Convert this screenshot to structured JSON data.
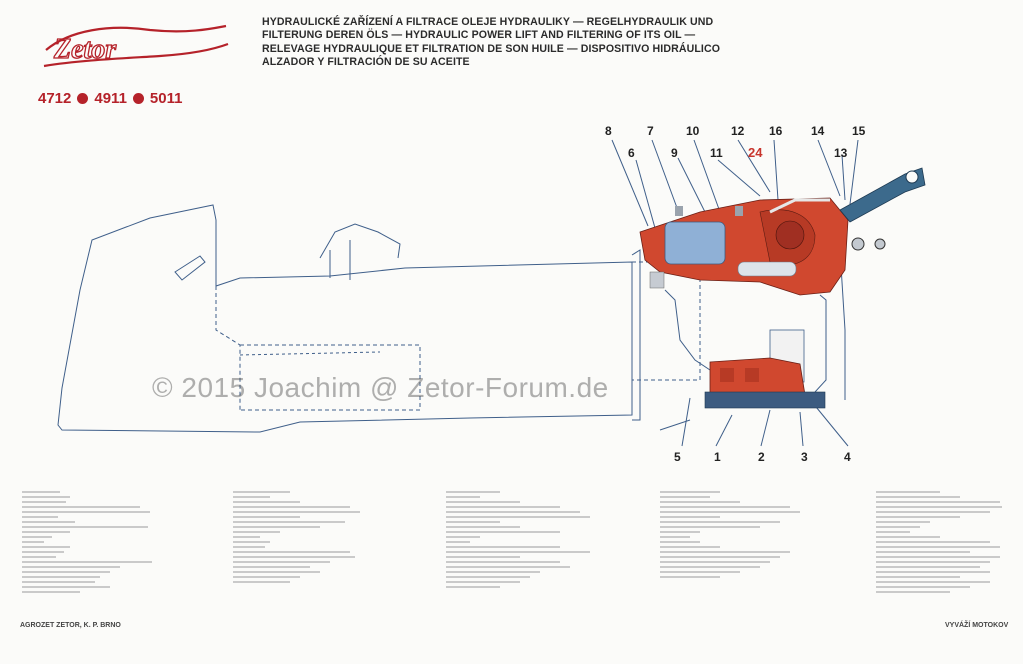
{
  "brand": "Zetor",
  "models": [
    "4712",
    "4911",
    "5011"
  ],
  "title_lines": [
    "HYDRAULICKÉ ZAŘÍZENÍ A FILTRACE OLEJE HYDRAULIKY — REGELHYDRAULIK UND",
    "FILTERUNG DEREN ÖLS — HYDRAULIC POWER LIFT AND FILTERING OF ITS OIL —",
    "RELEVAGE HYDRAULIQUE ET FILTRATION DE SON HUILE — DISPOSITIVO HIDRÁULICO",
    "ALZADOR Y FILTRACIÓN DE SU ACEITE"
  ],
  "callouts": {
    "n1": "1",
    "n2": "2",
    "n3": "3",
    "n4": "4",
    "n5": "5",
    "n6": "6",
    "n7": "7",
    "n8": "8",
    "n9": "9",
    "n10": "10",
    "n11": "11",
    "n12": "12",
    "n13": "13",
    "n14": "14",
    "n15": "15",
    "n16": "16",
    "n24": "24"
  },
  "watermark": "© 2015 Joachim @ Zetor-Forum.de",
  "footer_left": "AGROZET ZETOR, K. P. BRNO",
  "footer_right": "VYVÁŽÍ MOTOKOV",
  "colors": {
    "brand_red": "#b5222a",
    "part_red": "#d0482f",
    "line_blue": "#3f5f8a"
  }
}
